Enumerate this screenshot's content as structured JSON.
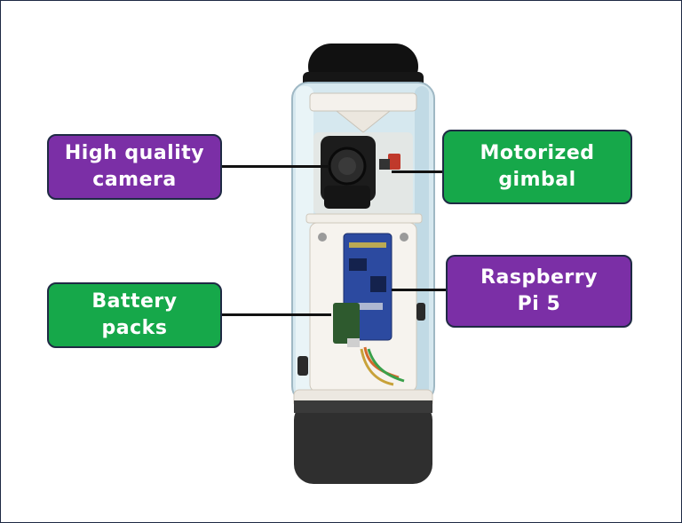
{
  "colors": {
    "purple_box": "#7b2fa6",
    "green_box": "#16a84a",
    "box_border": "#1f2a44",
    "leader_line": "#111111"
  },
  "labels": {
    "camera": {
      "line1": "High quality",
      "line2": "camera"
    },
    "gimbal": {
      "line1": "Motorized",
      "line2": "gimbal"
    },
    "battery": {
      "line1": "Battery",
      "line2": "packs"
    },
    "raspberry": {
      "line1": "Raspberry",
      "line2": "Pi 5"
    }
  }
}
